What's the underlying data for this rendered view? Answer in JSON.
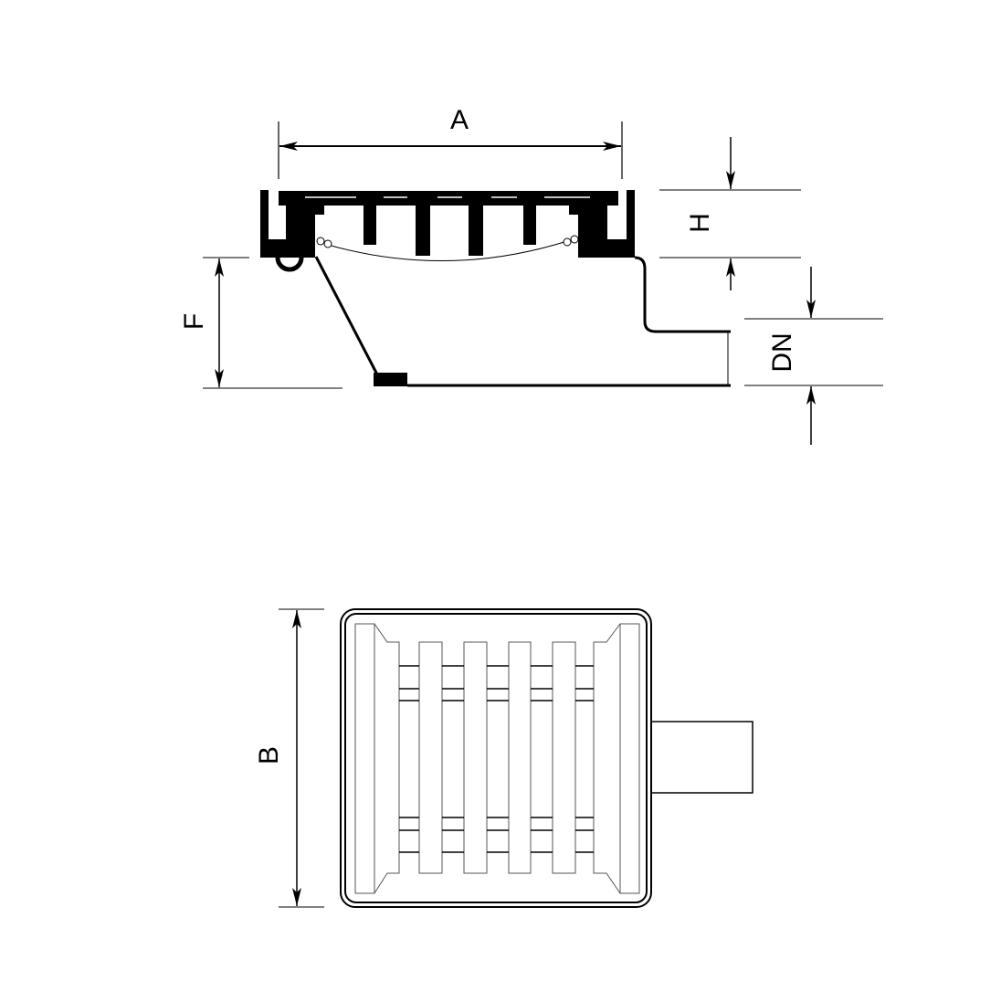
{
  "labels": {
    "A": "A",
    "H": "H",
    "F": "F",
    "DN": "DN",
    "B": "B"
  },
  "colors": {
    "ink": "#000000",
    "dim": "#333333",
    "background": "#ffffff"
  }
}
